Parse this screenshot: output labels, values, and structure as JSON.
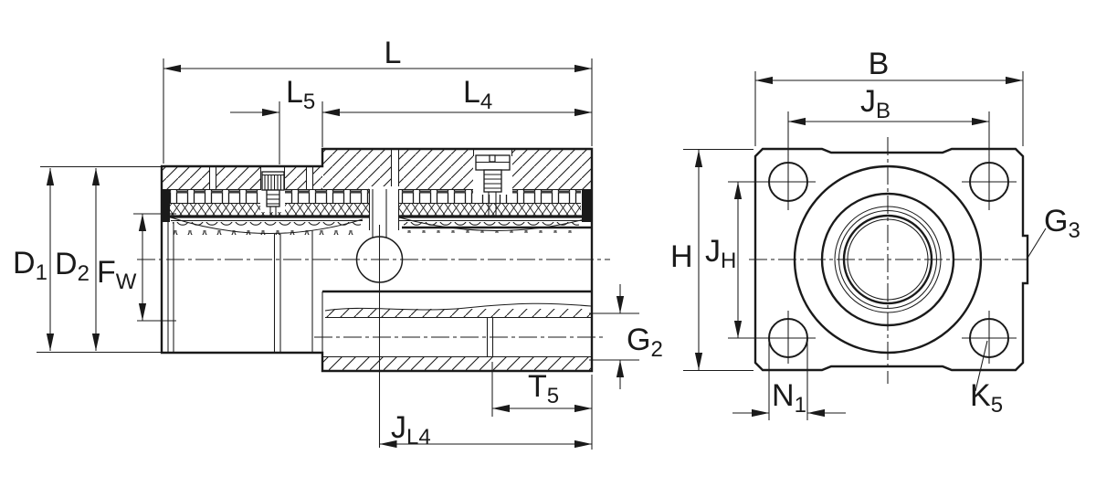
{
  "colors": {
    "line": "#1a1a1a",
    "background": "#ffffff"
  },
  "left_view": {
    "labels": {
      "L": {
        "main": "L",
        "sub": ""
      },
      "L5": {
        "main": "L",
        "sub": "5"
      },
      "L4": {
        "main": "L",
        "sub": "4"
      },
      "D1": {
        "main": "D",
        "sub": "1"
      },
      "D2": {
        "main": "D",
        "sub": "2"
      },
      "FW": {
        "main": "F",
        "sub": "W"
      },
      "G2": {
        "main": "G",
        "sub": "2"
      },
      "T5": {
        "main": "T",
        "sub": "5"
      },
      "JL4": {
        "main": "J",
        "sub": "L4"
      }
    }
  },
  "right_view": {
    "labels": {
      "B": {
        "main": "B",
        "sub": ""
      },
      "JB": {
        "main": "J",
        "sub": "B"
      },
      "H": {
        "main": "H",
        "sub": ""
      },
      "JH": {
        "main": "J",
        "sub": "H"
      },
      "G3": {
        "main": "G",
        "sub": "3"
      },
      "N1": {
        "main": "N",
        "sub": "1"
      },
      "K5": {
        "main": "K",
        "sub": "5"
      }
    }
  }
}
